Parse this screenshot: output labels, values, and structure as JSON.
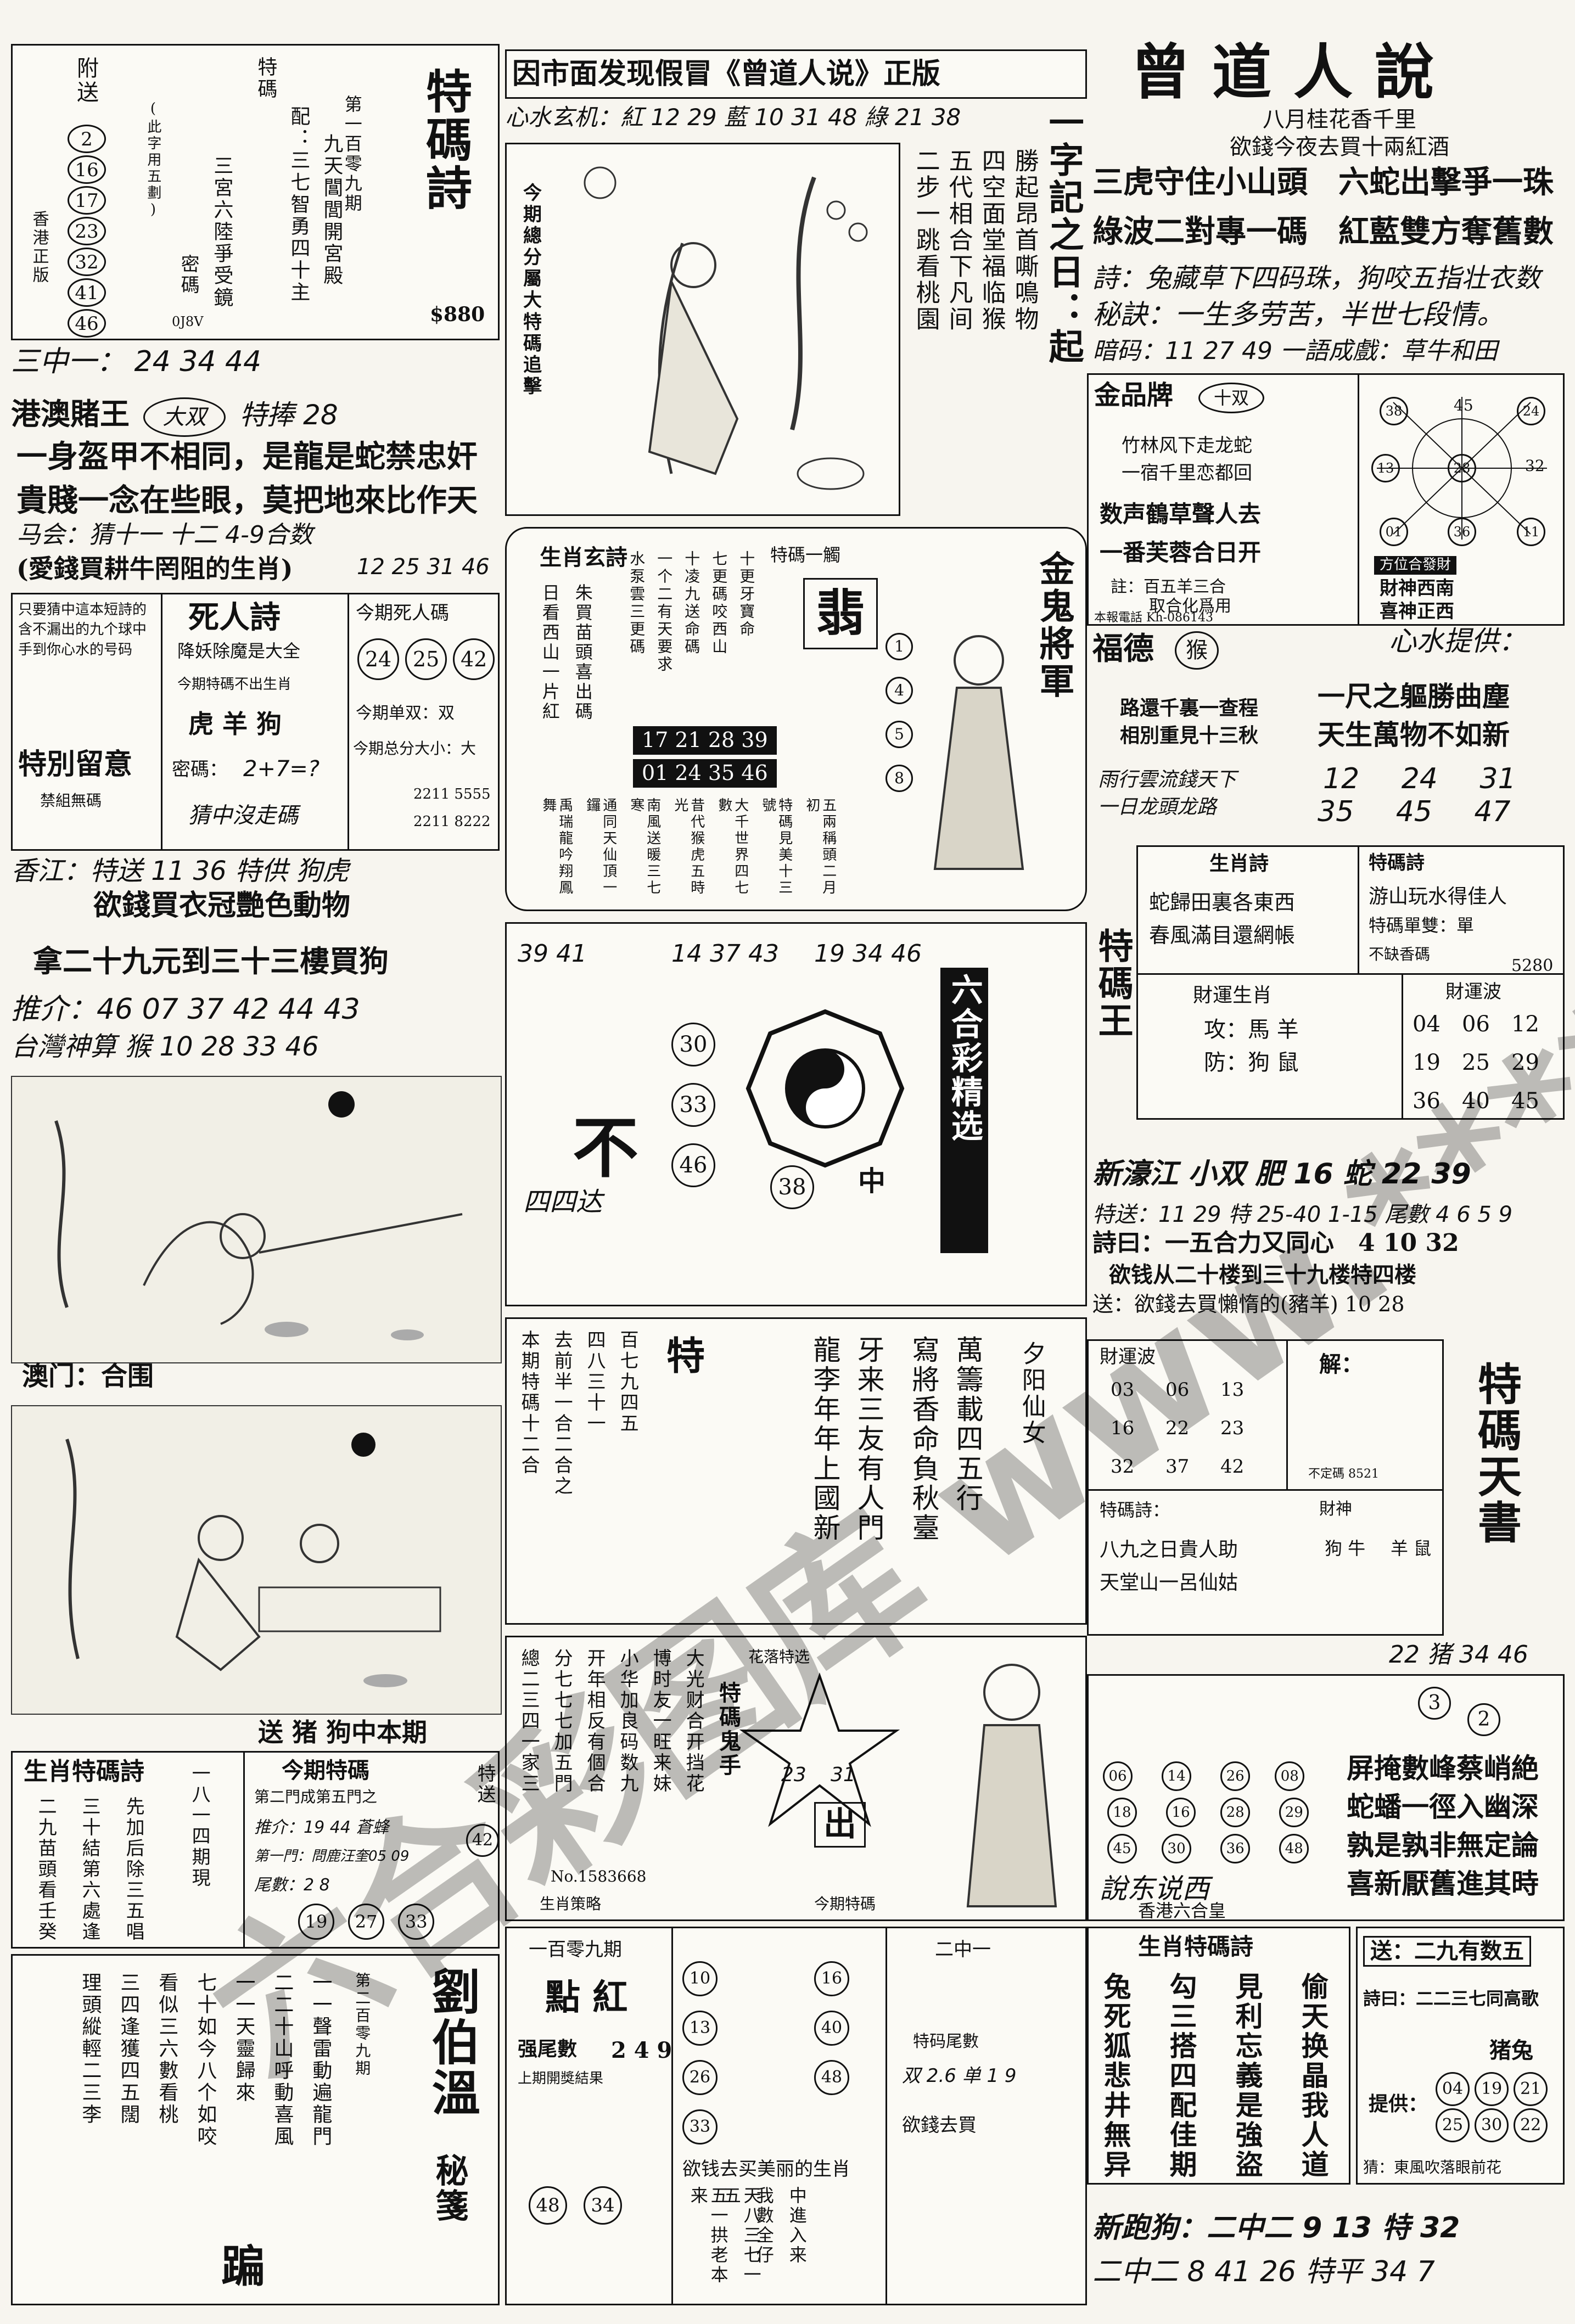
{
  "top_left": {
    "header_col1": "附送",
    "circled_nums": [
      "2",
      "16",
      "17",
      "23",
      "32",
      "41",
      "46"
    ],
    "col_sub": "(此字用五劃)",
    "col_secret": "密碼",
    "col_hint": "三宮六陸爭受鏡",
    "col_special": "特碼",
    "col_issue": "第一百零九期",
    "col_match": "配：三七智勇四十主",
    "col_palace": "九天閶閭開宮殿",
    "title": "特碼詩",
    "price": "$880",
    "bottom_hint": "香港正版",
    "code_small": "0J8V"
  },
  "left_band": {
    "three_hit": "三中一： 24 34 44",
    "king_label": "港澳賭王",
    "king_circle": "大双",
    "king_tail": "特捧 28",
    "poem1": "一身盔甲不相同，是龍是蛇禁忠奸",
    "poem2": "貴賤一念在些眼，莫把地來比作天",
    "horse_line": "马会：猜十一 十二 4-9合数",
    "love_line": "(愛錢買耕牛罔阻的生肖)",
    "love_nums": "12 25 31 46"
  },
  "death_box": {
    "left_text": "只要猜中這本短詩的含不漏出的九个球中手到你心水的号码",
    "title": "死人詩",
    "sub": "降妖除魔是大全",
    "note": "今期特碼不出生肖",
    "animals": "虎 羊 狗",
    "code_label": "密碼：",
    "code": "2+7=?",
    "code_note": "猜中沒走碼",
    "death_title": "今期死人碼",
    "death_nums": [
      "24",
      "25",
      "42"
    ],
    "single_double": "今期单双：双",
    "big_small": "今期总分大小：大",
    "phone1": "2211 5555",
    "phone2": "2211 8222",
    "special_notice": "特別留意",
    "special_sub": "禁組無碼"
  },
  "xiangjiang": {
    "line1": "香江：特送 11 36 特供 狗虎",
    "line2": "欲錢買衣冠艷色動物",
    "line3": "拿二十九元到三十三樓買狗",
    "line4": "推介：46 07 37 42 44 43",
    "line5": "台灣神算  猴  10 28 33 46"
  },
  "macau_line": "澳门：合围",
  "special_animals": {
    "title": "生肖特碼詩",
    "poem_cols": [
      "二九苗頭看壬癸",
      "三十結第六處逢",
      "先加后除三五唱",
      "一八一四期現"
    ],
    "deliver": "送 猪 狗中本期",
    "special_title": "今期特碼",
    "special_sub": "第二門成第五門之",
    "tui": "推介：19 44 蒼蜂",
    "men": "第一門：問鹿汪奎05 09",
    "tail": "尾數：2 8",
    "nums": [
      "19",
      "27",
      "33"
    ],
    "deliver2": "特送",
    "deliver2_num": "42"
  },
  "bottom_left": {
    "cols": [
      "理頭縱輕二三李",
      "三四逢獲四五闊",
      "看似三六數看桃",
      "七十如今八个如咬",
      "一一天靈歸來",
      "二二十山呼動喜風",
      "一一聲雷動遍龍門"
    ],
    "title": "劉伯溫",
    "subtitle": "秘箋",
    "label": "第二百零九期"
  },
  "center_top": {
    "header": "因市面发现假冒《曾道人说》正版",
    "heart_line": "心水玄机：紅 12 29  藍 10 31 48  綠 21 38",
    "picture_caption": "今期總分屬大特碼追擊",
    "right_poem_cols": [
      "二步一跳看桃園",
      "五代相合下凡间",
      "四空面堂福临猴",
      "勝起昂首嘶鳴物"
    ],
    "one_word": "一字記之日：起"
  },
  "golden_general": {
    "title": "生肖玄詩",
    "poem_cols": [
      "日看西山一片紅",
      "朱買苗頭喜出碼",
      "水泵雲三更碼",
      "一个二有天要求",
      "十凌九送命碼",
      "七更碼咬西山",
      "十更牙寶命"
    ],
    "special": "特碼一觸",
    "big_char": "翡",
    "gold_title": "金鬼將軍",
    "circled": [
      "1",
      "4",
      "5",
      "8"
    ],
    "rows": [
      "17 21 28 39",
      "01 24 35 46"
    ],
    "bottom_cols": [
      "禹瑞龍吟翔鳳舞",
      "通同天仙頂一鑼",
      "南風送暖三七寒",
      "昔代猴虎五時光",
      "大千世界四七數",
      "特碼見美十三號",
      "五兩稱頭二月初"
    ]
  },
  "liuhe_box": {
    "title": "六合彩精选",
    "row_nums": [
      "39 41",
      "14 37 43",
      "19 34 46"
    ],
    "mid_nums": [
      "30",
      "33",
      "38",
      "46"
    ],
    "big": "不",
    "small_char": "中",
    "side": "四四达"
  },
  "center_mid": {
    "left_cols": [
      "本期特碼十二合",
      "去前半一合二合之",
      "四八三十一",
      "百七九四五"
    ],
    "title": "特",
    "right_cols": [
      "龍李年年上國新",
      "牙来三友有人門",
      "寫將香命負秋臺",
      "萬籌載四五行"
    ],
    "center_title": "夕阳仙女"
  },
  "center_bottom": {
    "poem_cols": [
      "總二三四一家三",
      "分七七七加五門",
      "开年相反有個合",
      "小华加良码数九",
      "博时友一旺来妹",
      "大光财合开挡花"
    ],
    "star_title": "花落特选",
    "star_nums": [
      "23",
      "31"
    ],
    "big_char": "出",
    "stamp": "No.1583668",
    "zodiac_foot": "生肖策略",
    "guide": "特碼鬼手",
    "deliver": "今期特碼"
  },
  "bottom_center": {
    "issue": "一百零九期",
    "red": "點 紅",
    "tail_label": "强尾數",
    "tail": "2 4 9",
    "result_label": "上期開獎結果",
    "nums_left": [
      "10",
      "13",
      "26",
      "33"
    ],
    "nums_right": [
      "16",
      "40",
      "48"
    ],
    "mid_text": "欲钱去买美丽的生肖",
    "tail_double": "双 2.6 单 1 9",
    "special_tail": "特码尾數",
    "left_nums2": [
      "48",
      "34"
    ],
    "right_cols": [
      "五一拱老本来",
      "天八三七一五",
      "我數全仔",
      "中進入来"
    ],
    "money": "欲錢去買",
    "two_mid_one": "二中一"
  },
  "right_top": {
    "brand": "曾道人說",
    "sub1": "八月桂花香千里",
    "sub2": "欲錢今夜去買十兩紅酒",
    "line1": "三虎守住小山頭　六蛇出擊爭一珠",
    "line2": "綠波二對專一碼　紅藍雙方奪舊數",
    "poem": "詩：兔藏草下四码珠，狗咬五指壮衣数",
    "secret": "秘訣：一生多劳苦，半世七段情。",
    "code": "暗码：11 27 49 一語成戲：草牛和田"
  },
  "gold_brand": {
    "title": "金品牌",
    "badge": "十双",
    "poem1": "竹林风下走龙蛇",
    "poem2": "一宿千里恋都回",
    "sub1": "数声鶴草聲人去",
    "sub2": "一番芙蓉合日开",
    "note1": "註：百五羊三合",
    "note2": "取合化爲用",
    "phone": "本報電話 Kh-086143",
    "compass_nums": [
      "38",
      "45",
      "24",
      "13",
      "28",
      "32",
      "01",
      "36",
      "11"
    ],
    "dir_title": "方位合發財",
    "fortune1": "財神西南",
    "fortune2": "喜神正西"
  },
  "fude": {
    "title": "福德",
    "badge": "猴",
    "heart": "心水提供：",
    "poem1": "一尺之軀勝曲塵",
    "poem2": "天生萬物不如新",
    "nums": "12 24 31",
    "nums2": "35 45 47",
    "road1": "路還千裏一查程",
    "road2": "相別重見十三秋",
    "line": "雨行雲流錢天下",
    "line2": "一日龙頭龙路"
  },
  "tema_wang": {
    "title": "特碼王",
    "zodiac_title": "生肖詩",
    "zodiac1": "蛇歸田裏各東西",
    "zodiac2": "春風滿目還網帳",
    "tema_poem": "特碼詩",
    "poem1": "游山玩水得佳人",
    "poem2": "特碼單雙：單",
    "poem3": "不缺香碼",
    "code": "5280",
    "fortune_zodiac": "財運生肖",
    "attack": "攻：馬 羊",
    "defend": "防：狗 鼠",
    "wave": "財運波",
    "wave_nums": [
      [
        "04",
        "06",
        "12"
      ],
      [
        "19",
        "25",
        "29"
      ],
      [
        "36",
        "40",
        "45"
      ]
    ]
  },
  "xinhao": {
    "line1": "新濠江 小双 肥 16 蛇 22 39",
    "line2": "特送：11 29 特 25-40 1-15 尾數 4 6 5 9",
    "poem": "詩曰：一五合力又同心　4 10 32",
    "line3": "欲钱从二十楼到三十九楼特四楼",
    "line4": "送：欲錢去買懶惰的(豬羊) 10 28"
  },
  "tema_tianshu": {
    "wave": "財運波",
    "wave_rows": [
      [
        "03",
        "06",
        "13"
      ],
      [
        "16",
        "22",
        "23"
      ],
      [
        "32",
        "37",
        "42"
      ]
    ],
    "jie": "解：",
    "special": "不定碼 8521",
    "poem_title": "特碼詩：",
    "poem1": "八九之日貴人助",
    "poem2": "天堂山一呂仙姑",
    "fortune": "財神",
    "zodiac": "狗 牛",
    "zodiac2": "羊 鼠",
    "title": "特碼天書"
  },
  "right_bottom": {
    "header": "二九有数五",
    "top_nums": "22 猪 34 46",
    "nums_grid": [
      "06",
      "14",
      "26",
      "08",
      "18",
      "16",
      "28",
      "29",
      "45",
      "30",
      "36",
      "48"
    ],
    "circled": [
      "3",
      "2"
    ],
    "poem1": "屏掩數峰蔡峭絶",
    "poem2": "蛇蟠一徑入幽深",
    "poem3": "孰是孰非無定論",
    "poem4": "喜新厭舊進其時",
    "side": "說东说西",
    "side2": "香港六合皇",
    "zodiac_title": "生肖特碼詩",
    "zodiac_cols": [
      "兔死狐悲井無异",
      "勾三搭四配佳期",
      "見利忘義是強盜",
      "偷天换晶我人道"
    ],
    "deliver": "送：二九有数五",
    "poem": "詩曰：二二三七同高歌",
    "nums": [
      "04",
      "19",
      "21",
      "25",
      "30",
      "22"
    ],
    "provider": "提供：",
    "animals": "猪兔",
    "east_wind": "猜：東風吹落眼前花"
  },
  "bottom_right": {
    "line1": "新跑狗：二中二 9 13 特 32",
    "line2": "二中二 8 41 26 特平 34 7"
  },
  "watermark": "六合彩图库 www.****.com"
}
